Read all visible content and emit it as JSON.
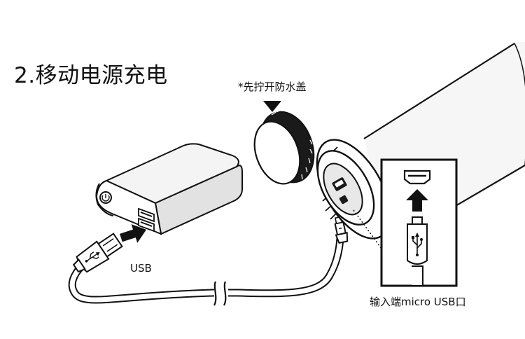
{
  "title": "2.移动电源充电",
  "labels": {
    "cap_note": "*先拧开防水盖",
    "usb": "USB",
    "input_port": "输入端micro USB口"
  },
  "colors": {
    "line": "#111111",
    "fill_light": "#f2f2f2",
    "fill_mid": "#d9d9d9",
    "fill_dark": "#1a1a1a"
  },
  "icons": {
    "arrow_into_bank": "arrow-right-icon",
    "arrow_into_port": "arrow-up-icon",
    "cap_indicator": "triangle-down-icon",
    "usb_logo": "usb-logo-icon"
  }
}
